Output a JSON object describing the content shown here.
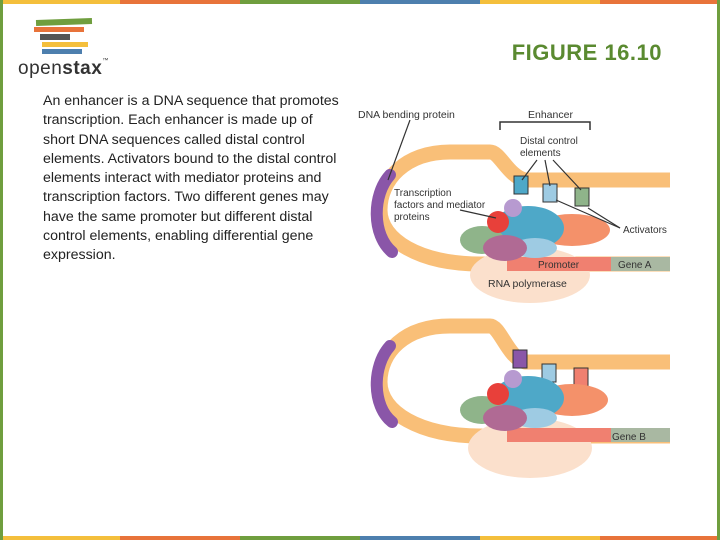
{
  "logo": {
    "text_light": "open",
    "text_bold": "stax",
    "tm": "™"
  },
  "figure_title": "FIGURE 16.10",
  "caption": "An enhancer is a DNA sequence that promotes transcription. Each enhancer is made up of short DNA sequences called distal control elements. Activators bound to the distal control elements interact with mediator proteins and transcription factors. Two different genes may have the same promoter but different distal control elements, enabling differential gene expression.",
  "diagram_labels": {
    "dna_bending_protein": "DNA bending protein",
    "enhancer": "Enhancer",
    "distal_line1": "Distal control",
    "distal_line2": "elements",
    "tf_line1": "Transcription",
    "tf_line2": "factors and mediator",
    "tf_line3": "proteins",
    "activators": "Activators",
    "promoter": "Promoter",
    "gene_a": "Gene A",
    "rna_polymerase": "RNA polymerase",
    "gene_b": "Gene B"
  },
  "colors": {
    "accent_green": "#5a8a30",
    "dna": "#f9bf78",
    "bending_protein": "#8a56a8",
    "promoter_bar": "#f08070",
    "gene_bar": "#a9b8a2",
    "rna_polymerase": "#fbe0cc",
    "transcription_factor_blue": "#4ea8c8",
    "activator_orange": "#f4916a",
    "red_factor": "#e8403a",
    "green_factor": "#8fb48a",
    "mauve_factor": "#b06a94",
    "lavender_factor": "#b79ad0"
  }
}
